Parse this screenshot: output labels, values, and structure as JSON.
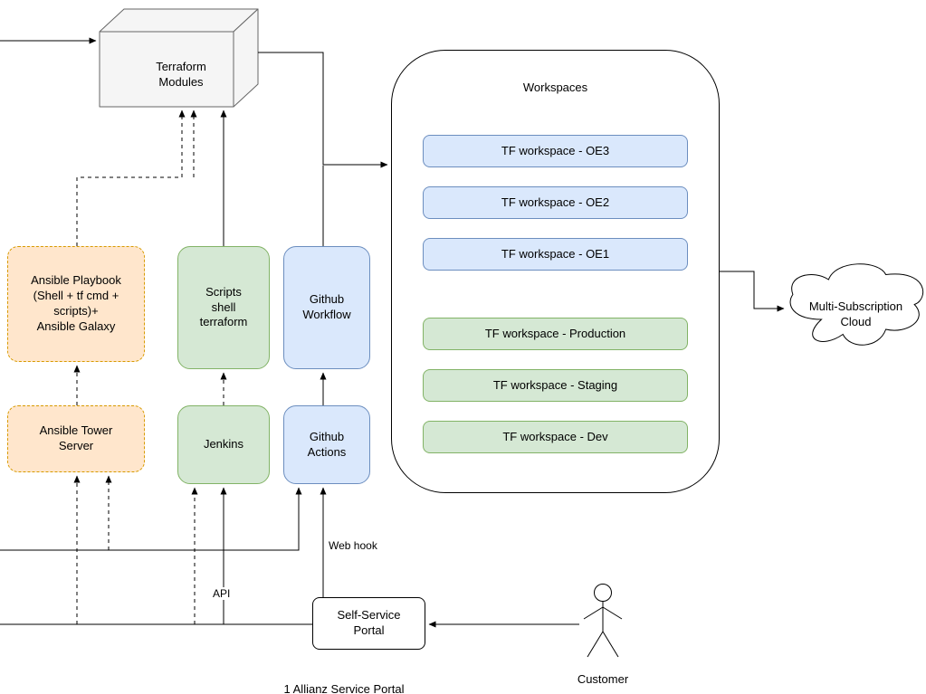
{
  "nodes": {
    "terraform_modules": {
      "label": "Terraform\nModules"
    },
    "workspaces": {
      "title": "Workspaces",
      "items": [
        {
          "label": "TF workspace - OE3",
          "color": "blue"
        },
        {
          "label": "TF workspace - OE2",
          "color": "blue"
        },
        {
          "label": "TF workspace - OE1",
          "color": "blue"
        },
        {
          "label": "TF workspace - Production",
          "color": "green"
        },
        {
          "label": "TF workspace - Staging",
          "color": "green"
        },
        {
          "label": "TF workspace - Dev",
          "color": "green"
        }
      ]
    },
    "ansible_playbook": {
      "label": "Ansible Playbook\n(Shell + tf cmd +\nscripts)+\nAnsible Galaxy"
    },
    "ansible_tower_server": {
      "label": "Ansible Tower\nServer"
    },
    "scripts_shell_terraform": {
      "label": "Scripts\nshell\nterraform"
    },
    "github_workflow": {
      "label": "Github\nWorkflow"
    },
    "jenkins": {
      "label": "Jenkins"
    },
    "github_actions": {
      "label": "Github\nActions"
    },
    "multi_subscription_cloud": {
      "label": "Multi-Subscription\nCloud"
    },
    "self_service_portal": {
      "label": "Self-Service\nPortal"
    },
    "customer": {
      "label": "Customer"
    }
  },
  "edge_labels": {
    "web_hook": "Web hook",
    "api": "API"
  },
  "caption": "1 Allianz Service Portal",
  "colors": {
    "blue_fill": "#dae8fc",
    "blue_stroke": "#6c8ebf",
    "green_fill": "#d5e8d4",
    "green_stroke": "#82b366",
    "orange_fill": "#ffe6cc",
    "orange_stroke": "#d79b00",
    "cube_fill": "#f5f5f5",
    "cube_stroke": "#666666",
    "line": "#000000"
  }
}
